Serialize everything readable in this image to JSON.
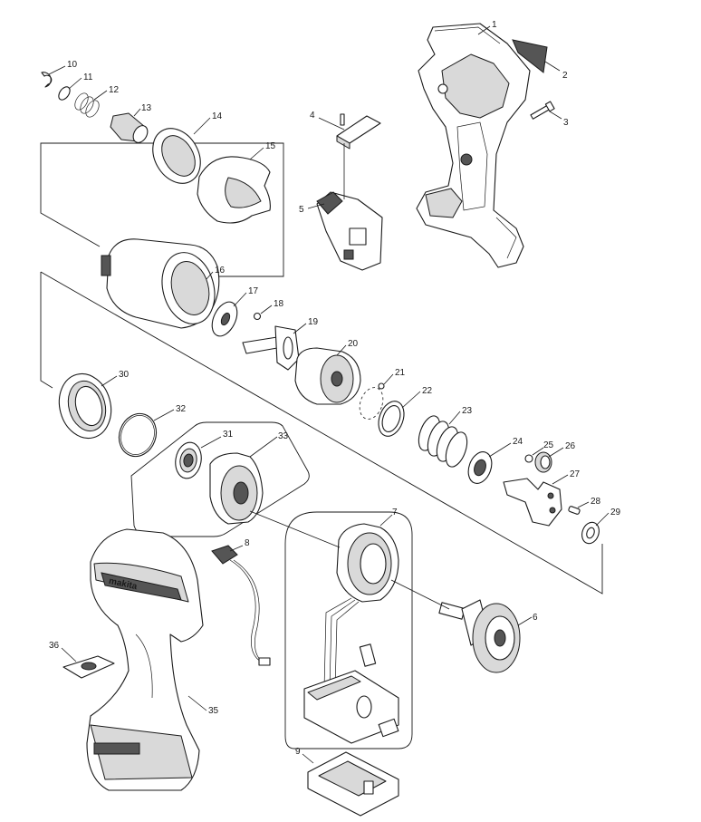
{
  "parts": [
    {
      "num": "1"
    },
    {
      "num": "2"
    },
    {
      "num": "3"
    },
    {
      "num": "4"
    },
    {
      "num": "5"
    },
    {
      "num": "6"
    },
    {
      "num": "7"
    },
    {
      "num": "8"
    },
    {
      "num": "9"
    },
    {
      "num": "10"
    },
    {
      "num": "11"
    },
    {
      "num": "12"
    },
    {
      "num": "13"
    },
    {
      "num": "14"
    },
    {
      "num": "15"
    },
    {
      "num": "16"
    },
    {
      "num": "17"
    },
    {
      "num": "18"
    },
    {
      "num": "19"
    },
    {
      "num": "20"
    },
    {
      "num": "21"
    },
    {
      "num": "22"
    },
    {
      "num": "23"
    },
    {
      "num": "24"
    },
    {
      "num": "25"
    },
    {
      "num": "26"
    },
    {
      "num": "27"
    },
    {
      "num": "28"
    },
    {
      "num": "29"
    },
    {
      "num": "30"
    },
    {
      "num": "31"
    },
    {
      "num": "32"
    },
    {
      "num": "33"
    },
    {
      "num": "35"
    },
    {
      "num": "36"
    }
  ],
  "brand_text": "makita",
  "colors": {
    "line": "#1a1a1a",
    "fill": "#ffffff",
    "shade": "#d9d9d9",
    "dark": "#555555"
  }
}
